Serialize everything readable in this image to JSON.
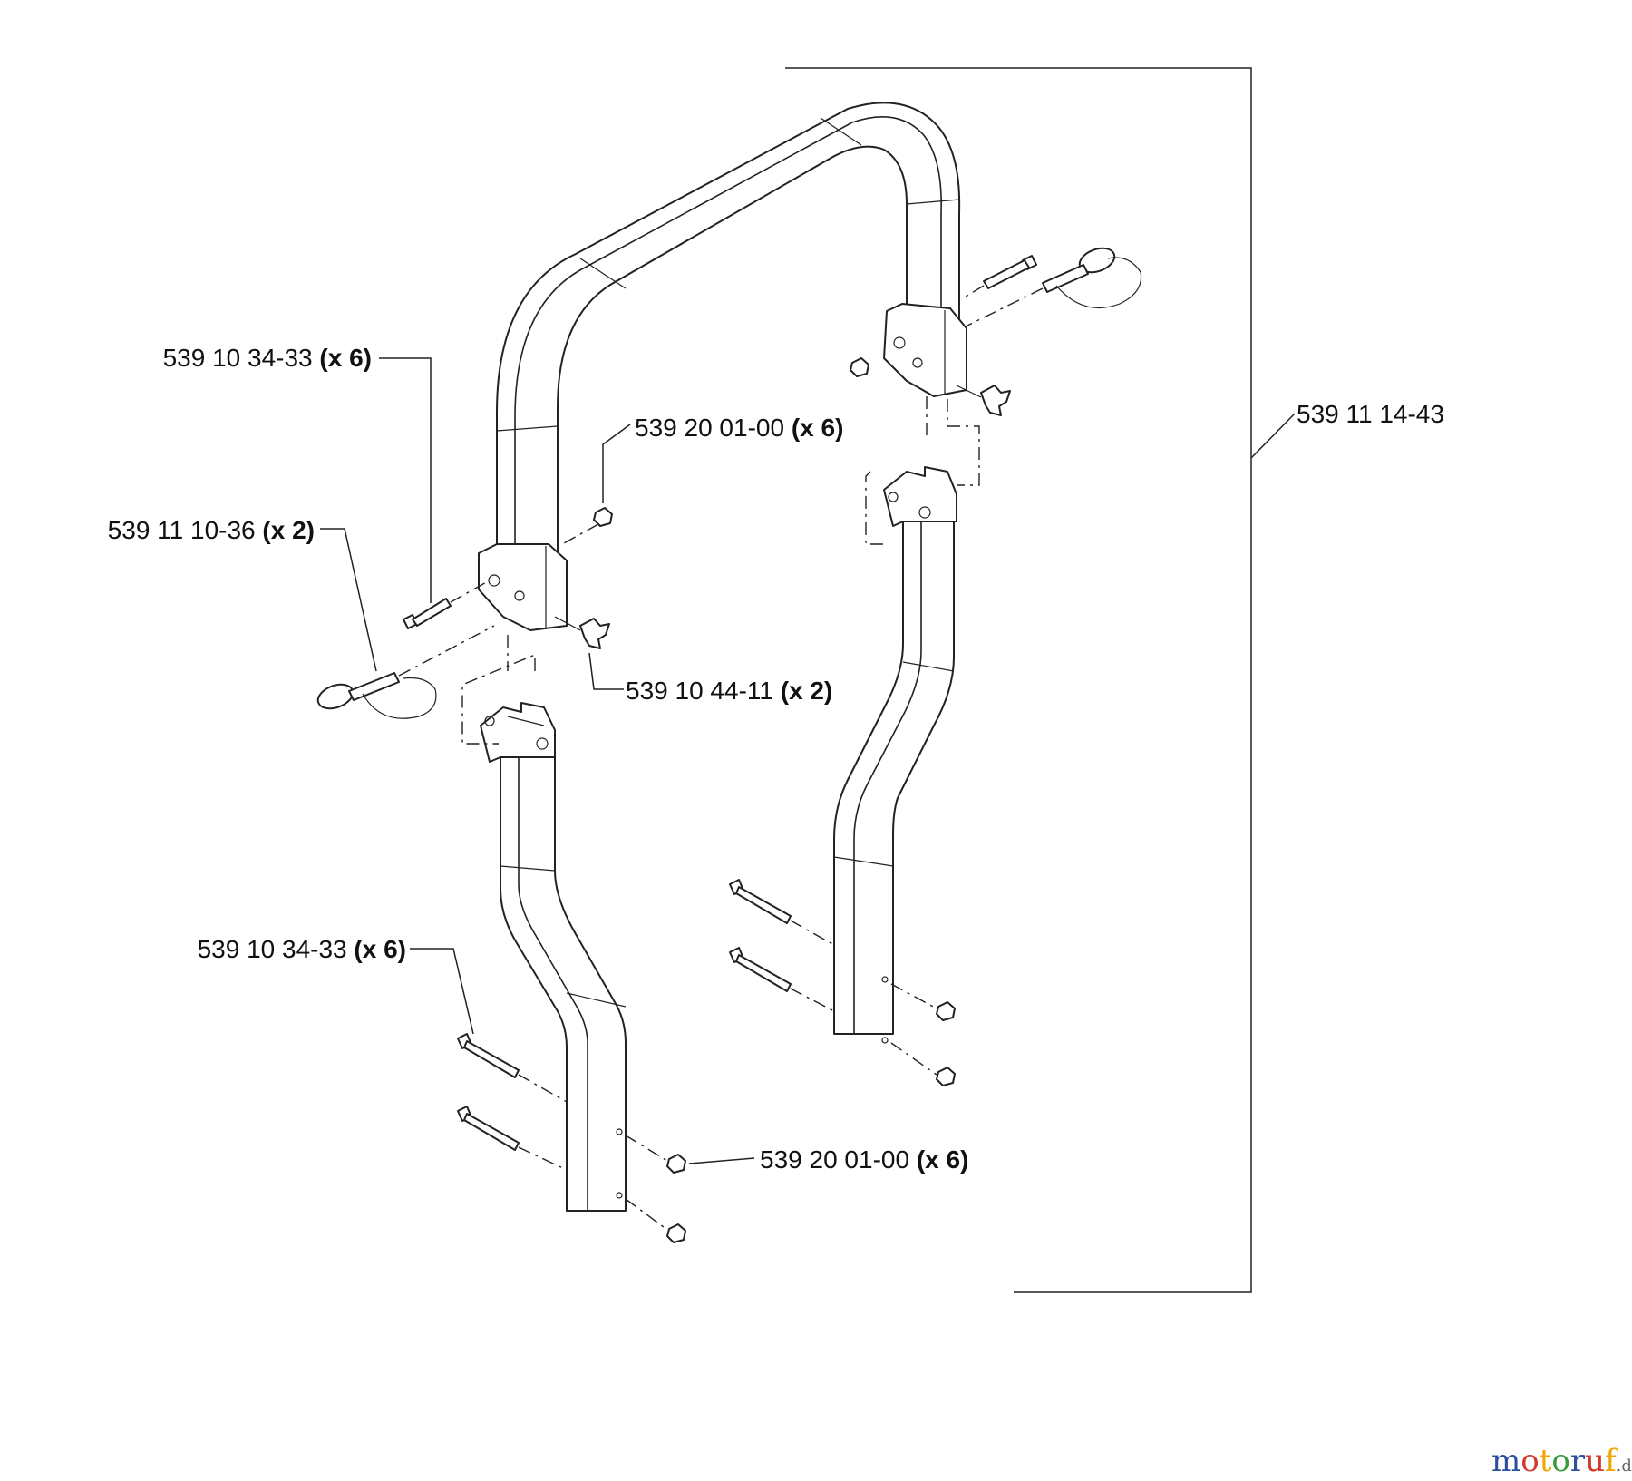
{
  "callouts": {
    "bolt_top": {
      "part": "539 10 34-33",
      "qty": "(x 6)"
    },
    "nut_top": {
      "part": "539 20 01-00",
      "qty": "(x 6)"
    },
    "pin": {
      "part": "539 11 10-36",
      "qty": "(x 2)"
    },
    "knob": {
      "part": "539 10 44-11",
      "qty": "(x 2)"
    },
    "bolt_bottom": {
      "part": "539 10 34-33",
      "qty": "(x 6)"
    },
    "nut_bottom": {
      "part": "539 20 01-00",
      "qty": "(x 6)"
    },
    "assembly": {
      "part": "539 11 14-43"
    }
  },
  "watermark": {
    "main": "motoruf",
    "suffix": ".de",
    "colors": [
      "#2b4f9e",
      "#d23b2f",
      "#f2a500",
      "#3b9a3b"
    ]
  }
}
